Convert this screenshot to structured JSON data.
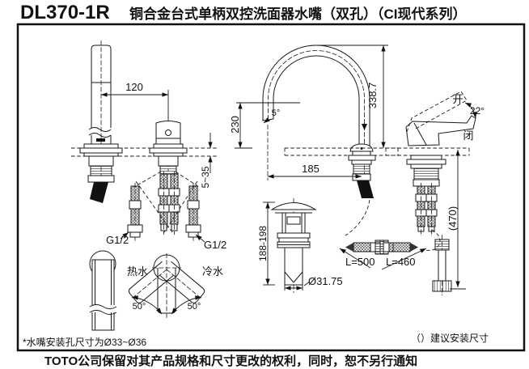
{
  "title": {
    "model": "DL370-1R",
    "subtitle": "铜合金台式单柄双控洗面器水嘴（双孔）（CI现代系列）"
  },
  "front_view": {
    "dim_hole_spacing": "120",
    "dim_deck_thickness": "5~35",
    "thread_left": "G1/2",
    "thread_right": "G1/2"
  },
  "top_view": {
    "hot_label": "热水",
    "cold_label": "冷水",
    "rotation_left": "50°",
    "rotation_right": "50°"
  },
  "side_view": {
    "dim_total_height": "338.7",
    "dim_outlet_height": "230",
    "spout_angle": "5°",
    "dim_reach": "185"
  },
  "handle_view": {
    "open_label": "开",
    "angle": "22°",
    "closed_label": "闭"
  },
  "install": {
    "dim_supply_height": "(470)",
    "hose_left": "L=500",
    "hose_right": "L=460"
  },
  "drain": {
    "dim_height": "188-198",
    "dim_diameter": "Ø31.75"
  },
  "notes": {
    "hole_size": "*水嘴安装孔尺寸为Ø33~Ø36",
    "suggested": "（）建议安装尺寸",
    "disclaimer": "TOTO公司保留对其产品规格和尺寸更改的权利，同时，恕不另行通知"
  },
  "colors": {
    "line": "#1a1a1a",
    "background": "#ffffff"
  }
}
